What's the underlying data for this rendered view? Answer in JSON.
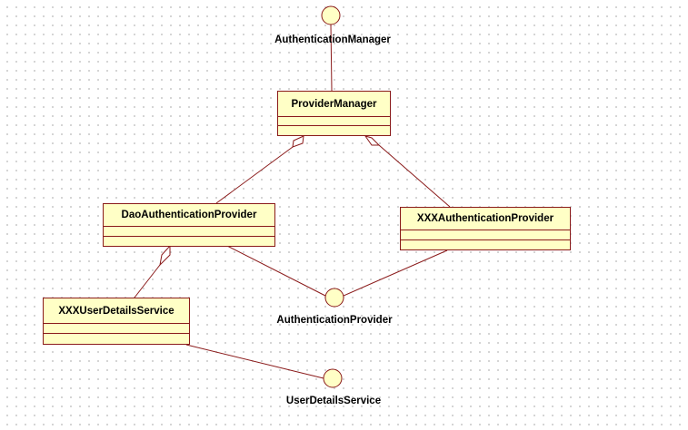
{
  "diagram": {
    "classes": {
      "provider_manager": "ProviderManager",
      "dao_authentication_provider": "DaoAuthenticationProvider",
      "xxx_authentication_provider": "XXXAuthenticationProvider",
      "xxx_user_details_service": "XXXUserDetailsService"
    },
    "interfaces": {
      "authentication_manager": "AuthenticationManager",
      "authentication_provider": "AuthenticationProvider",
      "user_details_service": "UserDetailsService"
    },
    "colors": {
      "class_fill": "#ffffc6",
      "line": "#8a1a1a",
      "interface_fill": "#ffffc6"
    }
  }
}
